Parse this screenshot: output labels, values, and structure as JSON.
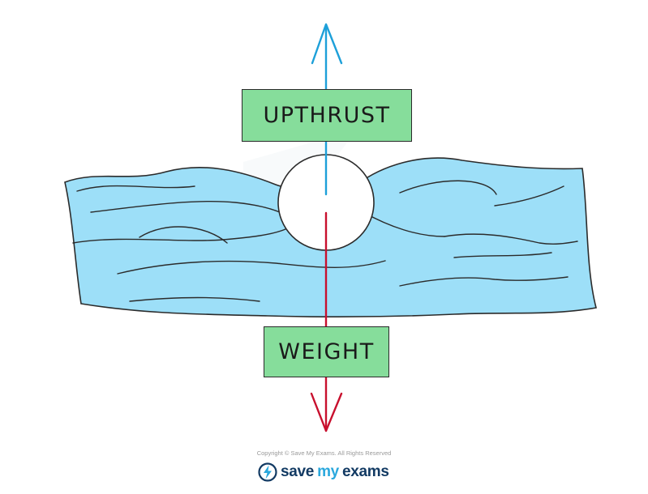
{
  "diagram": {
    "labels": {
      "upthrust": "UPTHRUST",
      "weight": "WEIGHT"
    },
    "colors": {
      "water_fill": "#9ddff8",
      "outline": "#2b2b2b",
      "upthrust_arrow": "#1da0d9",
      "weight_arrow": "#c8102e",
      "label_box_fill": "#86dd9b",
      "ball_fill": "#ffffff"
    }
  },
  "footer": {
    "copyright": "Copyright © Save My Exams. All Rights Reserved",
    "brand": {
      "save": "save",
      "my": "my",
      "exams": "exams"
    }
  }
}
